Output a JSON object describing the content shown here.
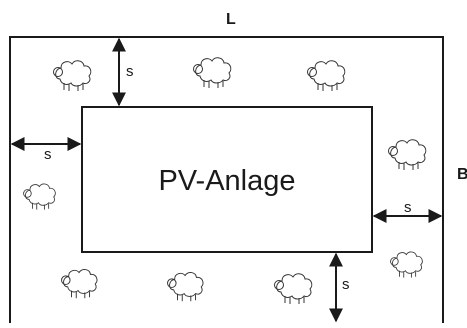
{
  "diagram": {
    "length_label": "L",
    "width_label": "B",
    "pv_label": "PV-Anlage",
    "spacing_label": "s",
    "icon": "sheep-icon",
    "colors": {
      "line": "#1a1a1a",
      "sheep": "#333333",
      "background": "#ffffff"
    }
  }
}
